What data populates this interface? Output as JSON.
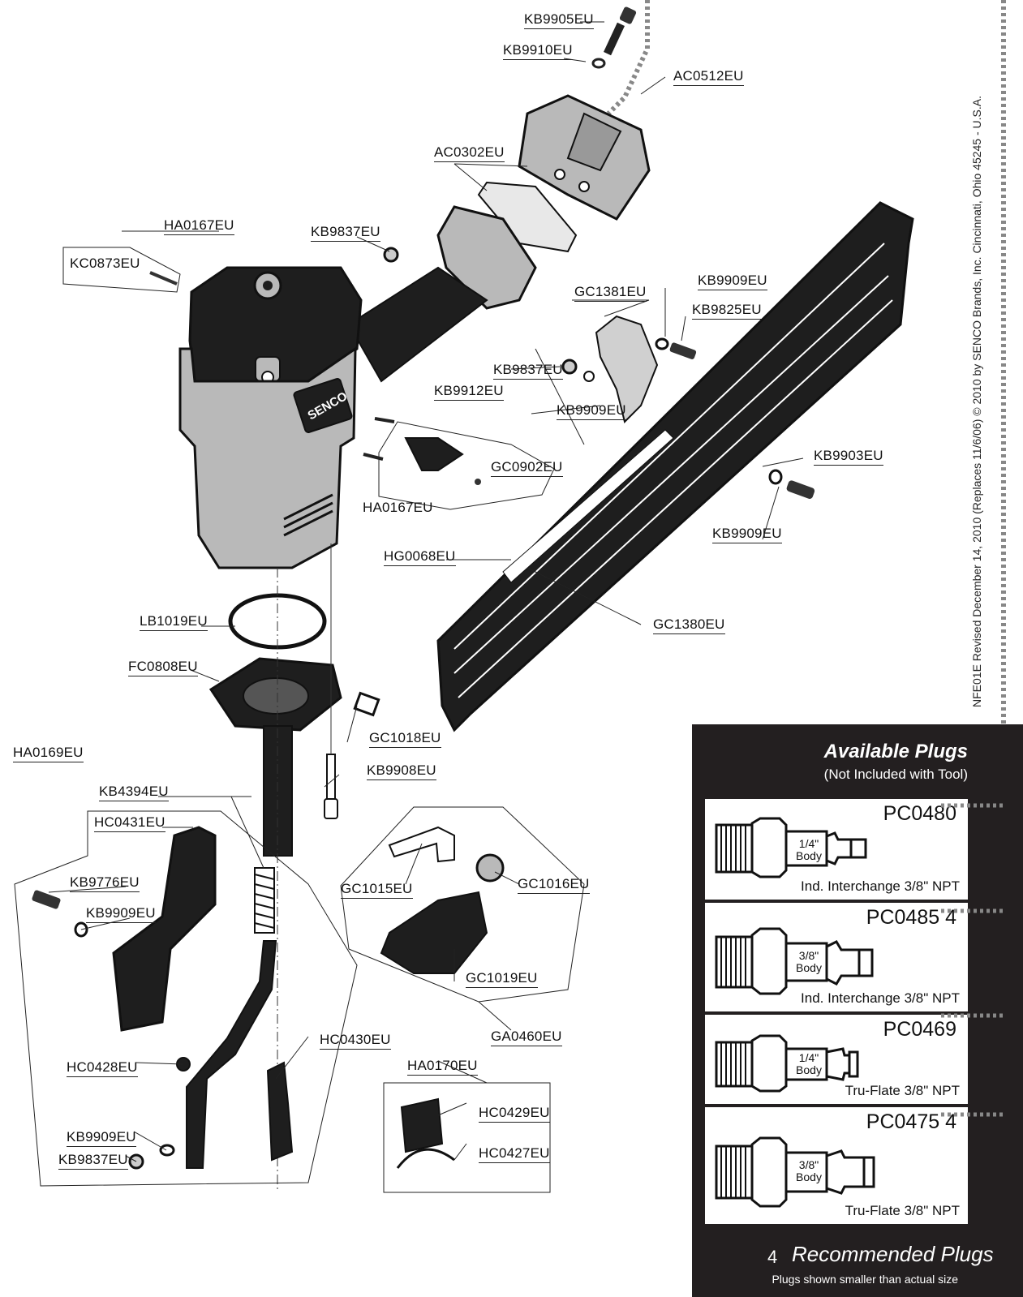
{
  "diagram": {
    "brand_logo": "SENCO",
    "copyright": "NFE01E  Revised December 14, 2010 (Replaces 11/6/06) © 2010 by SENCO Brands, Inc.  Cincinnati, Ohio 45245 - U.S.A.",
    "labels": {
      "kb9905": "KB9905EU",
      "kb9910": "KB9910EU",
      "ac0512": "AC0512EU",
      "ac0302": "AC0302EU",
      "ha0167_top": "HA0167EU",
      "kc0873": "KC0873EU",
      "kb9837_top": "KB9837EU",
      "gc1381": "GC1381EU",
      "kb9909_top": "KB9909EU",
      "kb9825": "KB9825EU",
      "kb9837_mid": "KB9837EU",
      "kb9912": "KB9912EU",
      "kb9909_mid": "KB9909EU",
      "kb9903": "KB9903EU",
      "gc0902": "GC0902EU",
      "ha0167_mid": "HA0167EU",
      "kb9909_right": "KB9909EU",
      "hg0068": "HG0068EU",
      "gc1380": "GC1380EU",
      "lb1019": "LB1019EU",
      "fc0808": "FC0808EU",
      "gc1018": "GC1018EU",
      "ha0169": "HA0169EU",
      "kb9908": "KB9908EU",
      "kb4394": "KB4394EU",
      "hc0431": "HC0431EU",
      "kb9776": "KB9776EU",
      "kb9909_left": "KB9909EU",
      "gc1015": "GC1015EU",
      "gc1016": "GC1016EU",
      "gc1019": "GC1019EU",
      "ga0460": "GA0460EU",
      "hc0430": "HC0430EU",
      "ha0170": "HA0170EU",
      "hc0428": "HC0428EU",
      "hc0429": "HC0429EU",
      "hc0427": "HC0427EU",
      "kb9909_bottom": "KB9909EU",
      "kb9837_bottom": "KB9837EU"
    }
  },
  "plugs": {
    "title": "Available Plugs",
    "subtitle": "(Not Included with Tool)",
    "items": [
      {
        "part": "PC0480",
        "body": [
          "1/4\"",
          "Body"
        ],
        "desc": "Ind. Interchange 3/8\" NPT"
      },
      {
        "part": "PC0485 4",
        "body": [
          "3/8\"",
          "Body"
        ],
        "desc": "Ind. Interchange 3/8\" NPT"
      },
      {
        "part": "PC0469",
        "body": [
          "1/4\"",
          "Body"
        ],
        "desc": "Tru-Flate 3/8\" NPT"
      },
      {
        "part": "PC0475 4",
        "body": [
          "3/8\"",
          "Body"
        ],
        "desc": "Tru-Flate 3/8\" NPT"
      }
    ],
    "footnote_number": "4",
    "footnote_text": "Recommended Plugs",
    "footnote_sub": "Plugs shown smaller than actual size"
  },
  "colors": {
    "panel_bg": "#231f20",
    "part_gray": "#b9b9b9",
    "part_black": "#1e1e1e"
  }
}
